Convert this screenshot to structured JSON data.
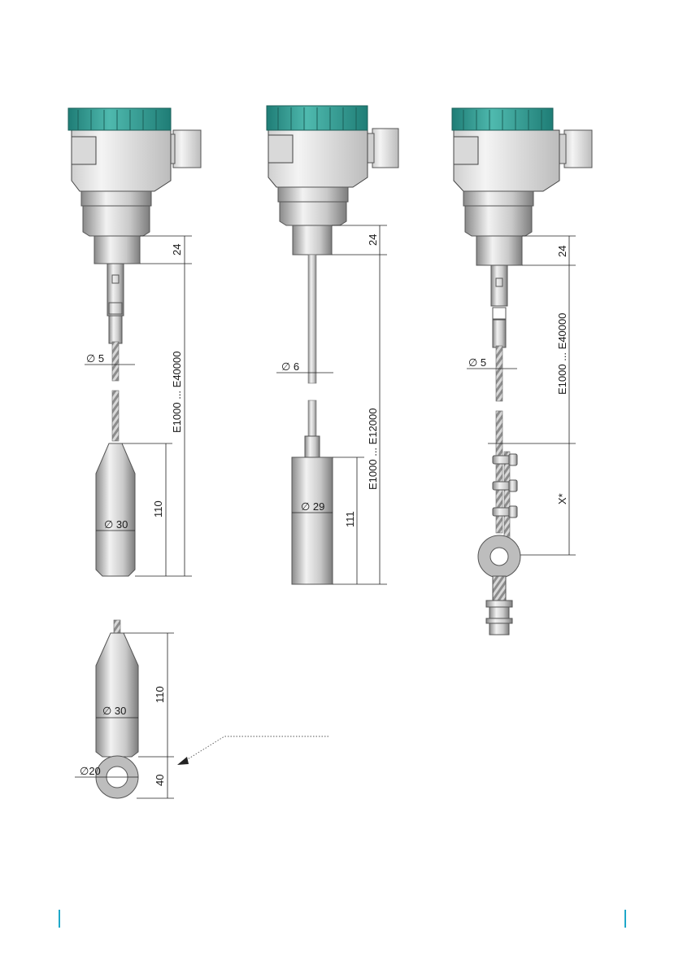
{
  "colors": {
    "lid": "#2f9e95",
    "housing": "#e8e8e8",
    "metal": "#bdbdbd",
    "accent": "#1fa8c9"
  },
  "sensors": {
    "cable_left": {
      "dim_24": "24",
      "dim_dia": "∅ 5",
      "dim_length": "E1000 ... E40000",
      "dim_110": "110",
      "dim_dia_weight": "∅ 30"
    },
    "rod": {
      "dim_24": "24",
      "dim_dia": "∅ 6",
      "dim_length": "E1000 ... E12000",
      "dim_111": "111",
      "dim_dia_weight": "∅ 29"
    },
    "cable_anchor": {
      "dim_24": "24",
      "dim_dia": "∅ 5",
      "dim_length": "E1000 ... E40000",
      "dim_x": "X*"
    }
  },
  "detail_weight": {
    "dim_110": "110",
    "dim_dia_weight": "∅ 30",
    "dim_40": "40",
    "dim_dia_ring": "∅20"
  }
}
